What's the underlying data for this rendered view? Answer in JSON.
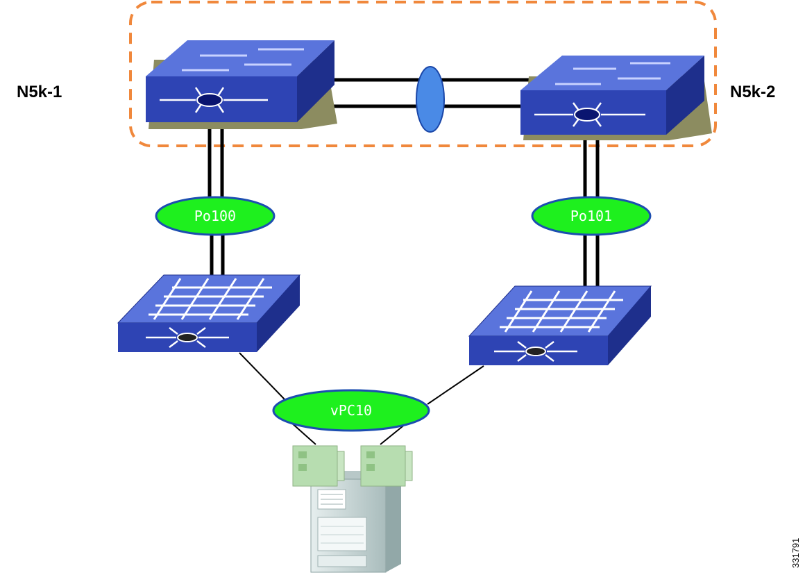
{
  "switches": {
    "n5k1": {
      "label": "N5k-1"
    },
    "n5k2": {
      "label": "N5k-2"
    }
  },
  "port_channels": {
    "po100": {
      "label": "Po100"
    },
    "po101": {
      "label": "Po101"
    },
    "vpc10": {
      "label": "vPC10"
    }
  },
  "figure_id": "331791",
  "colors": {
    "switch_top": "#5a74dc",
    "switch_front": "#2e44b4",
    "switch_side": "#1e2f8c",
    "switch_shadow": "#8c8c60",
    "peer_group_border": "#f0883c",
    "port_channel_fill": "#1ef01e",
    "port_channel_border": "#1c4eb0",
    "peer_link_oval": "#4a8ae6",
    "nic_green": "#b7ddb0",
    "server_body": "#d8e3e3"
  }
}
